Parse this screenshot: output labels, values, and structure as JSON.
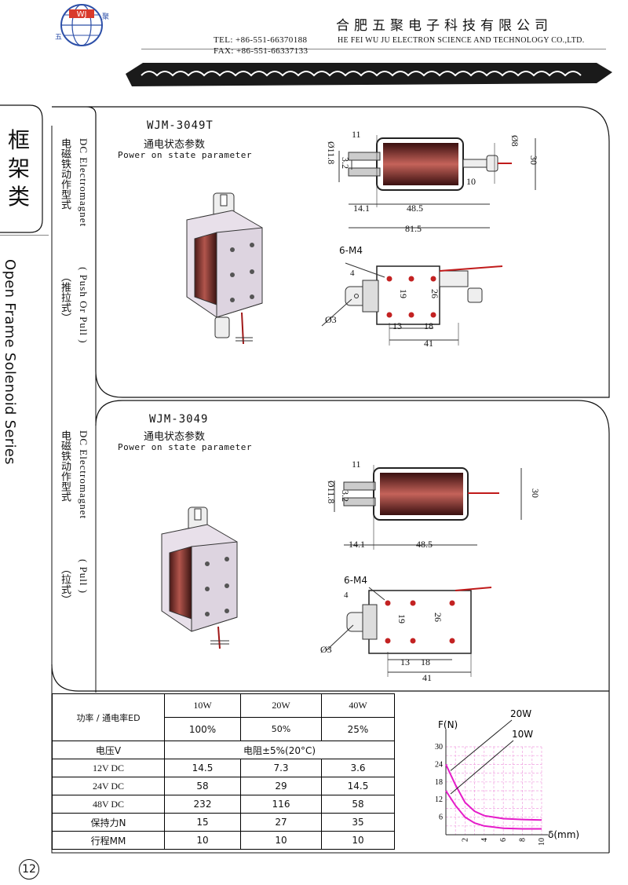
{
  "header": {
    "company_cn": "合肥五聚电子科技有限公司",
    "company_en": "HE FEI WU JU ELECTRON SCIENCE AND TECHNOLOGY CO.,LTD.",
    "tel": "TEL: +86-551-66370188",
    "fax": "FAX: +86-551-66337133",
    "logo_text": "WJ",
    "logo_left": "五",
    "logo_right": "聚"
  },
  "sidebar": {
    "category_cn": "框架类",
    "series_en": "Open Frame Solenoid Series"
  },
  "products": [
    {
      "side_en": "DC Electromagnet",
      "side_cn": "电磁铁动作型式",
      "side_mode_en": "( Push Or Pull )",
      "side_mode_cn": "（推拉式）",
      "model": "WJM-3049T",
      "subtitle_cn": "通电状态参数",
      "subtitle_en": "Power on state parameter",
      "dims": {
        "d11": "11",
        "d8": "Ø8",
        "d30": "30",
        "d118": "Ø11.8",
        "d32": "3.2",
        "d10": "10",
        "d141": "14.1",
        "d485": "48.5",
        "d815": "81.5",
        "m4": "6-M4",
        "d4": "4",
        "d19": "19",
        "d26": "26",
        "d3": "Ø3",
        "d13": "13",
        "d18": "18",
        "d41": "41"
      }
    },
    {
      "side_en": "DC Electromagnet",
      "side_cn": "电磁铁动作型式",
      "side_mode_en": "( Pull )",
      "side_mode_cn": "（拉式）",
      "model": "WJM-3049",
      "subtitle_cn": "通电状态参数",
      "subtitle_en": "Power on state parameter",
      "dims": {
        "d11": "11",
        "d30": "30",
        "d118": "Ø11.8",
        "d32": "3.2",
        "d141": "14.1",
        "d485": "48.5",
        "m4": "6-M4",
        "d4": "4",
        "d19": "19",
        "d26": "26",
        "d3": "Ø3",
        "d13": "13",
        "d18": "18",
        "d41": "41"
      }
    }
  ],
  "spec_table": {
    "power_label": "功率 / 通电率ED",
    "watts": [
      "10W",
      "20W",
      "40W"
    ],
    "duty": [
      "100%",
      "50%",
      "25%"
    ],
    "voltage_label": "电压V",
    "resistance_label": "电阻±5%(20°C)",
    "rows": [
      {
        "label": "12V DC",
        "values": [
          "14.5",
          "7.3",
          "3.6"
        ]
      },
      {
        "label": "24V DC",
        "values": [
          "58",
          "29",
          "14.5"
        ]
      },
      {
        "label": "48V DC",
        "values": [
          "232",
          "116",
          "58"
        ]
      }
    ],
    "holding_label": "保持力N",
    "holding": [
      "15",
      "27",
      "35"
    ],
    "stroke_label": "行程MM",
    "stroke": [
      "10",
      "10",
      "10"
    ]
  },
  "chart_data": {
    "type": "line",
    "ylabel": "F(N)",
    "xlabel": "δ(mm)",
    "yticks": [
      "30",
      "24",
      "18",
      "12",
      "6"
    ],
    "xticks": [
      "2",
      "4",
      "6",
      "8",
      "10"
    ],
    "xlim": [
      0,
      10
    ],
    "ylim": [
      0,
      30
    ],
    "series": [
      {
        "name": "20W",
        "x": [
          0,
          1,
          2,
          3,
          4,
          6,
          8,
          10
        ],
        "y": [
          24,
          17,
          11,
          8,
          6.5,
          5.5,
          5.2,
          5
        ]
      },
      {
        "name": "10W",
        "x": [
          0,
          1,
          2,
          3,
          4,
          6,
          8,
          10
        ],
        "y": [
          15,
          10,
          6,
          4,
          3,
          2.2,
          2,
          2
        ]
      }
    ],
    "color": "#e51cc9",
    "grid_color": "#f0a0e0"
  },
  "page": {
    "number": "12"
  }
}
